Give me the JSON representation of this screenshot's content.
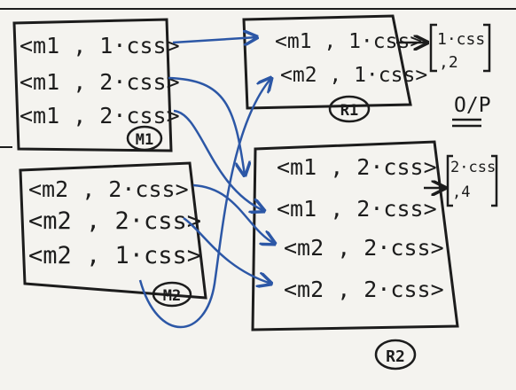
{
  "mappers": [
    {
      "label": "M1",
      "pairs": [
        "<m1 , 1·css>",
        "<m1 , 2·css>",
        "<m1 , 2·css>"
      ]
    },
    {
      "label": "M2",
      "pairs": [
        "<m2 , 2·css>",
        "<m2 , 2·css>",
        "<m2 , 1·css>"
      ]
    }
  ],
  "reducers": [
    {
      "label": "R1",
      "pairs": [
        "<m1 , 1·css>",
        "<m2 , 1·css>"
      ],
      "output": [
        "1·css",
        ",2"
      ]
    },
    {
      "label": "R2",
      "pairs": [
        "<m1 , 2·css>",
        "<m1 , 2·css>",
        "<m2 , 2·css>",
        "<m2 , 2·css>"
      ],
      "output": [
        "2·css",
        ",4"
      ]
    }
  ],
  "output_label": "O/P",
  "colors": {
    "ink": "#1c1c1c",
    "arrow_blue": "#2c57a6",
    "board": "#f4f3ef"
  }
}
